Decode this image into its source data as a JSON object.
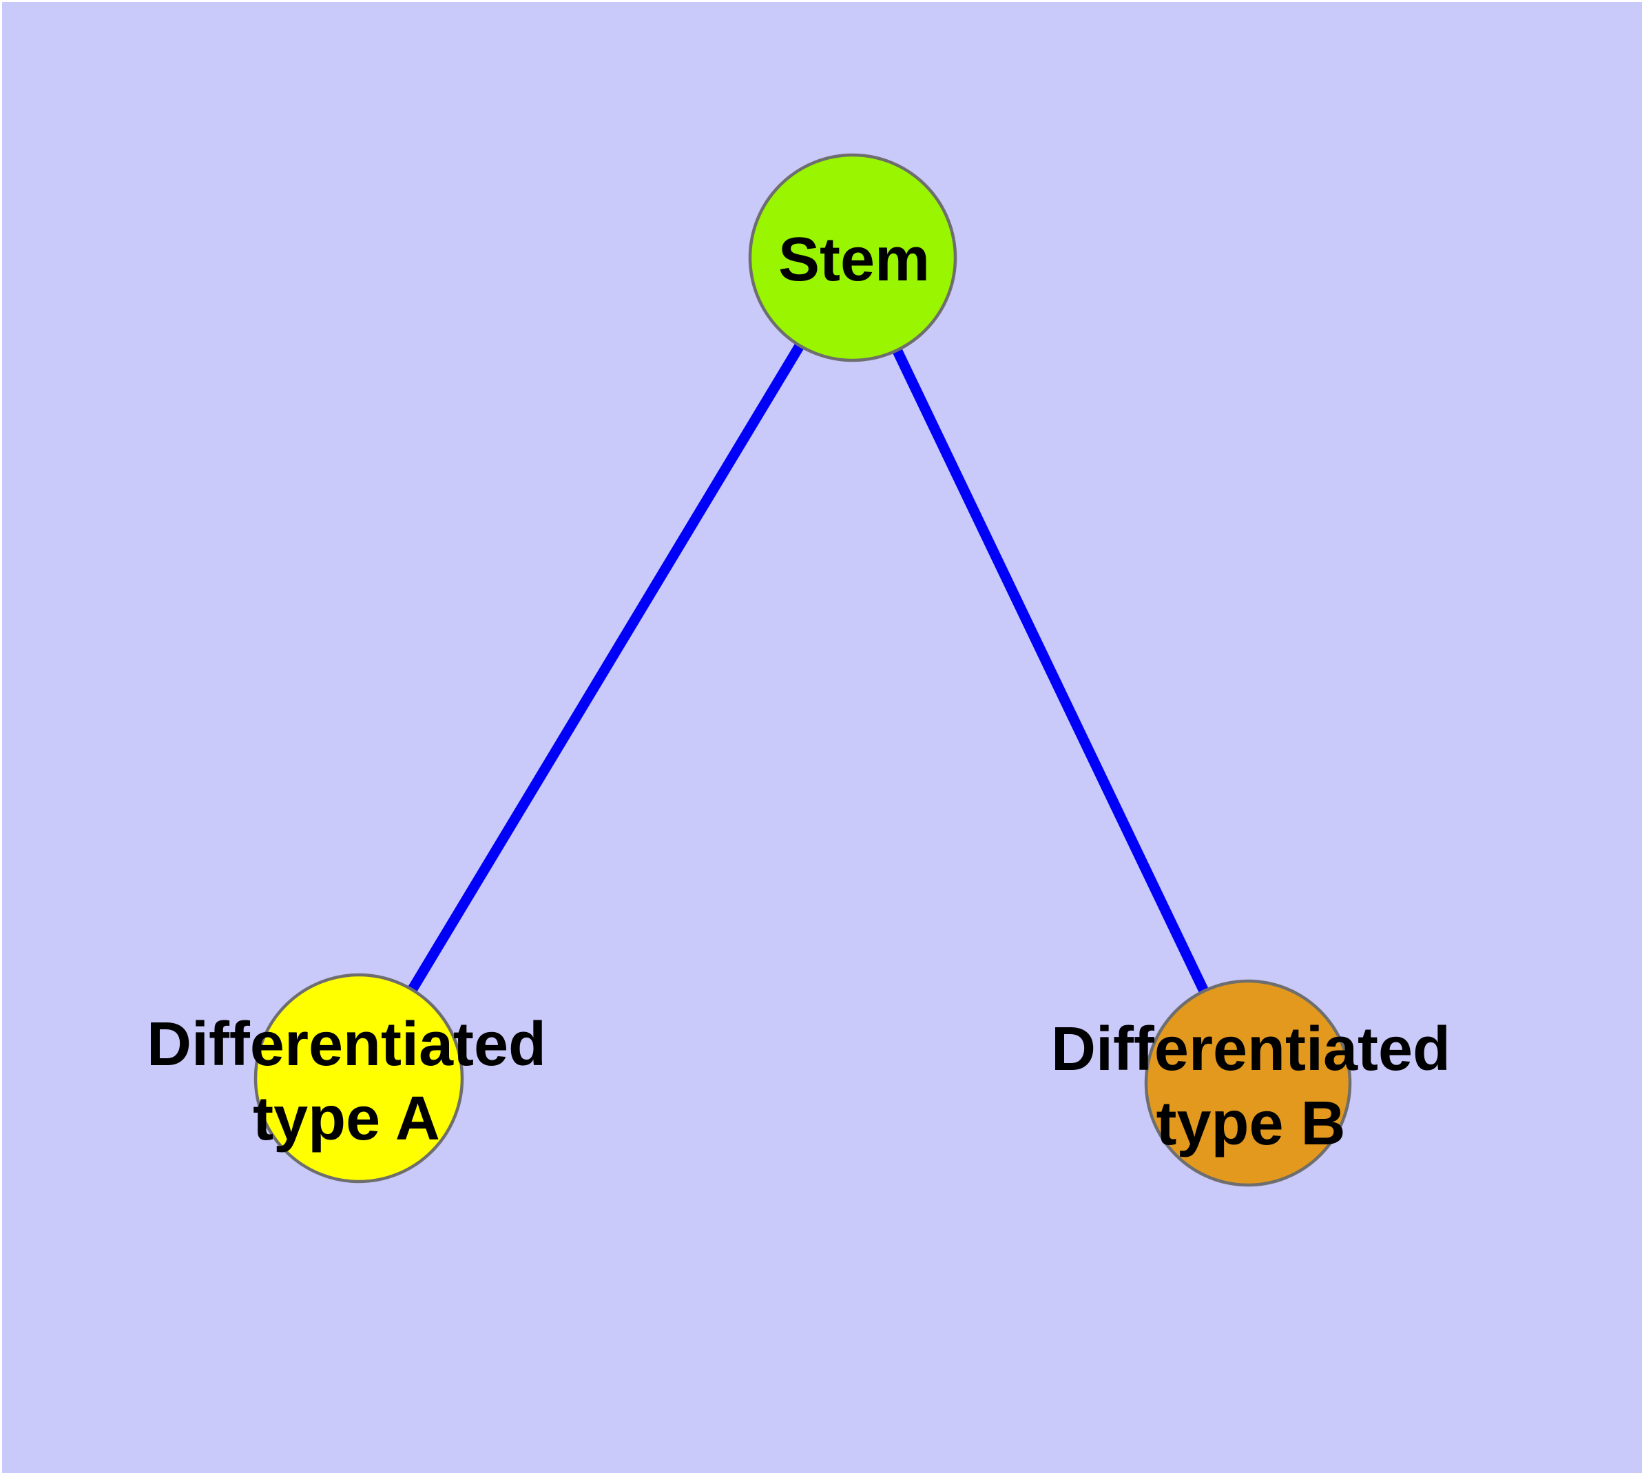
{
  "page": {
    "frame_color": "#FFFFFF",
    "background_color": "#C9C9FA"
  },
  "graph": {
    "nodes": {
      "stem": {
        "label": "Stem",
        "fill": "#99F500",
        "border_color": "#6E6E6E",
        "label_color": "#000000"
      },
      "typeA": {
        "label": "Differentiated type A",
        "label_line1": "Differentiated",
        "label_line2": "type A",
        "fill": "#FFFF00",
        "border_color": "#6E6E6E",
        "label_color": "#000000"
      },
      "typeB": {
        "label": "Differentiated type B",
        "label_line1": "Differentiated",
        "label_line2": "type B",
        "fill": "#E2991E",
        "border_color": "#6E6E6E",
        "label_color": "#000000"
      }
    },
    "edges": [
      {
        "from": "Stem",
        "to": "Differentiated type A",
        "color": "#0000F8"
      },
      {
        "from": "Stem",
        "to": "Differentiated type B",
        "color": "#0000F8"
      }
    ]
  }
}
